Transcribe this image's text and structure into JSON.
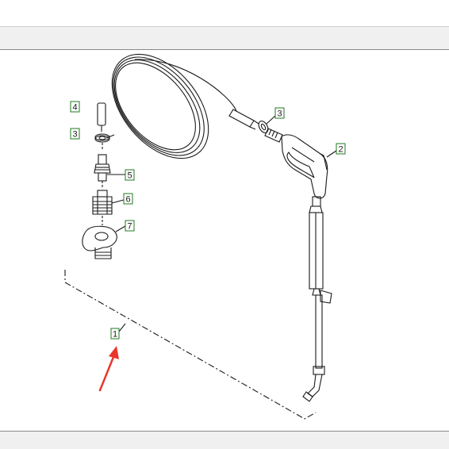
{
  "diagram": {
    "callouts": [
      {
        "id": "c1",
        "label": "1"
      },
      {
        "id": "c2",
        "label": "2"
      },
      {
        "id": "c3a",
        "label": "3"
      },
      {
        "id": "c3b",
        "label": "3"
      },
      {
        "id": "c4",
        "label": "4"
      },
      {
        "id": "c5",
        "label": "5"
      },
      {
        "id": "c6",
        "label": "6"
      },
      {
        "id": "c7",
        "label": "7"
      }
    ]
  },
  "colors": {
    "callout_border": "#1f7a1f",
    "arrow": "#e8372c",
    "line_art": "#1a1a1a",
    "toolbar": "#f0f0f0"
  }
}
